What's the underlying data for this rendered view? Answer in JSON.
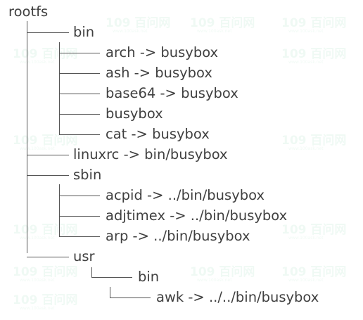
{
  "tree": {
    "root": "rootfs",
    "bin": "bin",
    "bin_items": [
      "arch -> busybox",
      "ash -> busybox",
      "base64 -> busybox",
      "busybox",
      "cat -> busybox"
    ],
    "linuxrc": "linuxrc -> bin/busybox",
    "sbin": "sbin",
    "sbin_items": [
      "acpid -> ../bin/busybox",
      "adjtimex -> ../bin/busybox",
      "arp -> ../bin/busybox"
    ],
    "usr": "usr",
    "usr_bin": "bin",
    "usr_bin_items": [
      "awk -> ../../bin/busybox"
    ]
  },
  "watermark": {
    "text": "109 百问网",
    "sub": "www.100ask.net"
  }
}
